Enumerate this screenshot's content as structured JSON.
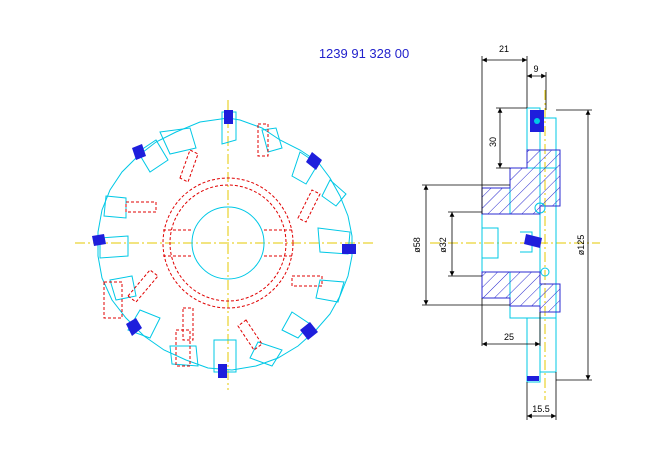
{
  "drawing": {
    "part_number": "1239 91 328 00",
    "dimensions": {
      "width_21": "21",
      "width_9": "9",
      "height_30": "30",
      "dia_58": "ø58",
      "dia_32": "ø32",
      "width_25": "25",
      "dia_125": "ø125",
      "width_15_5": "15.5"
    },
    "colors": {
      "outline": "#00c8e6",
      "hidden": "#e00000",
      "center": "#e6c800",
      "insert": "#1e1edc",
      "hatch": "#2b2bd0",
      "dimension": "#000000",
      "title": "#2222cc"
    }
  }
}
